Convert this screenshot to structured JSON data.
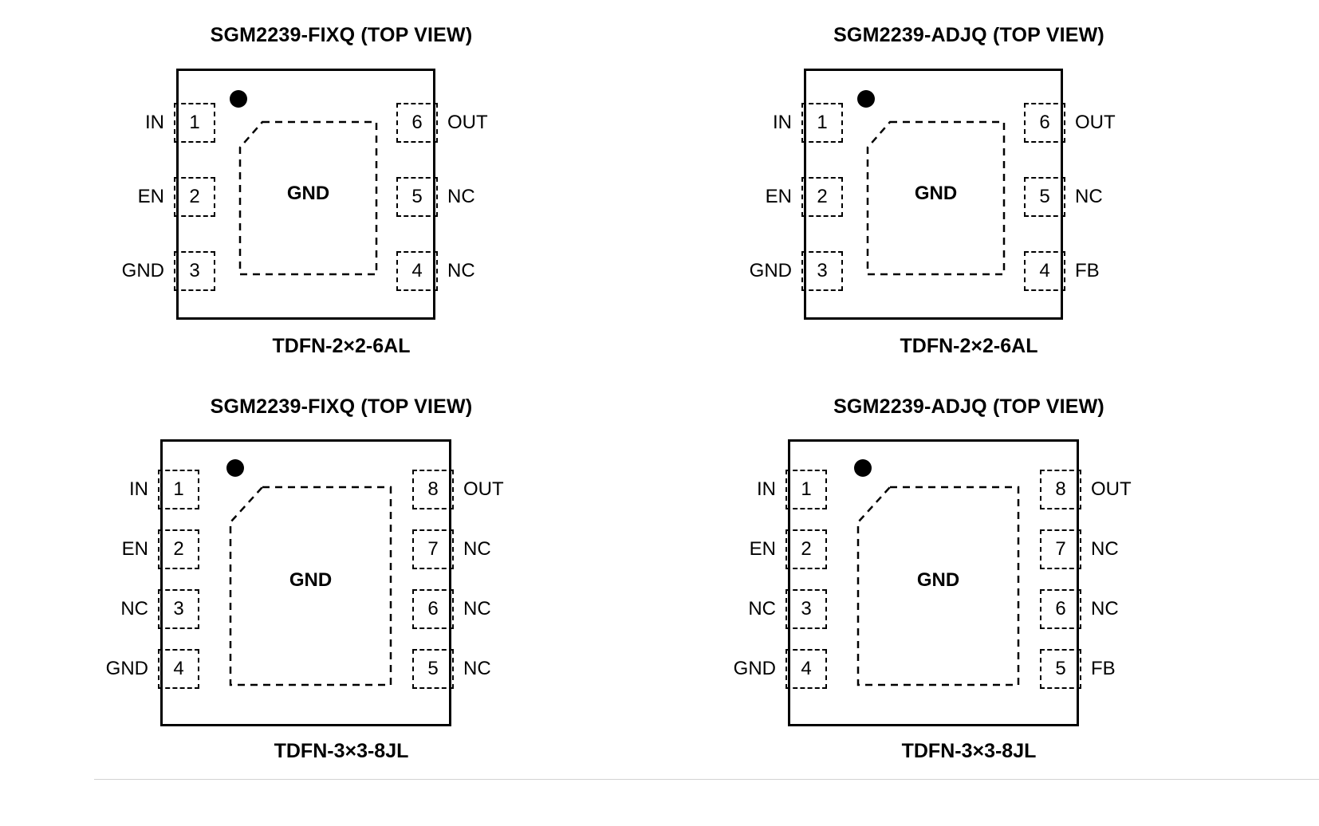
{
  "diagrams": [
    {
      "title": "SGM2239-FIXQ (TOP VIEW)",
      "package": "TDFN-2×2-6AL",
      "pad_label": "GND",
      "pin_count": 6,
      "left_pins": [
        {
          "num": "1",
          "name": "IN"
        },
        {
          "num": "2",
          "name": "EN"
        },
        {
          "num": "3",
          "name": "GND"
        }
      ],
      "right_pins": [
        {
          "num": "6",
          "name": "OUT"
        },
        {
          "num": "5",
          "name": "NC"
        },
        {
          "num": "4",
          "name": "NC"
        }
      ]
    },
    {
      "title": "SGM2239-ADJQ (TOP VIEW)",
      "package": "TDFN-2×2-6AL",
      "pad_label": "GND",
      "pin_count": 6,
      "left_pins": [
        {
          "num": "1",
          "name": "IN"
        },
        {
          "num": "2",
          "name": "EN"
        },
        {
          "num": "3",
          "name": "GND"
        }
      ],
      "right_pins": [
        {
          "num": "6",
          "name": "OUT"
        },
        {
          "num": "5",
          "name": "NC"
        },
        {
          "num": "4",
          "name": "FB"
        }
      ]
    },
    {
      "title": "SGM2239-FIXQ (TOP VIEW)",
      "package": "TDFN-3×3-8JL",
      "pad_label": "GND",
      "pin_count": 8,
      "left_pins": [
        {
          "num": "1",
          "name": "IN"
        },
        {
          "num": "2",
          "name": "EN"
        },
        {
          "num": "3",
          "name": "NC"
        },
        {
          "num": "4",
          "name": "GND"
        }
      ],
      "right_pins": [
        {
          "num": "8",
          "name": "OUT"
        },
        {
          "num": "7",
          "name": "NC"
        },
        {
          "num": "6",
          "name": "NC"
        },
        {
          "num": "5",
          "name": "NC"
        }
      ]
    },
    {
      "title": "SGM2239-ADJQ (TOP VIEW)",
      "package": "TDFN-3×3-8JL",
      "pad_label": "GND",
      "pin_count": 8,
      "left_pins": [
        {
          "num": "1",
          "name": "IN"
        },
        {
          "num": "2",
          "name": "EN"
        },
        {
          "num": "3",
          "name": "NC"
        },
        {
          "num": "4",
          "name": "GND"
        }
      ],
      "right_pins": [
        {
          "num": "8",
          "name": "OUT"
        },
        {
          "num": "7",
          "name": "NC"
        },
        {
          "num": "6",
          "name": "NC"
        },
        {
          "num": "5",
          "name": "FB"
        }
      ]
    }
  ],
  "colors": {
    "ink": "#000000",
    "paper": "#ffffff",
    "rule": "#d2d2d2"
  }
}
